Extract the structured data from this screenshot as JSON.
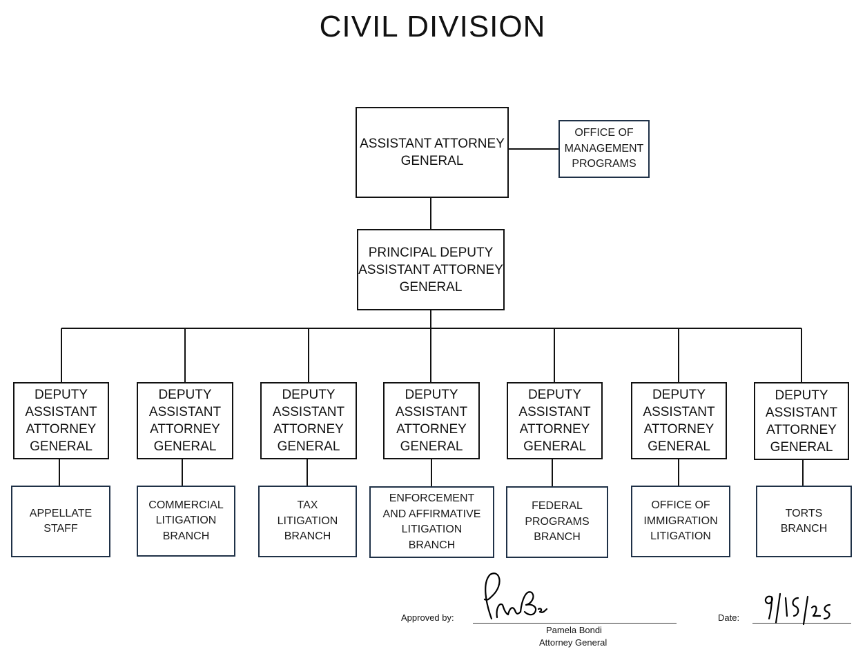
{
  "title": "CIVIL DIVISION",
  "top": {
    "aag": "ASSISTANT ATTORNEY\nGENERAL",
    "omp": "OFFICE OF\nMANAGEMENT\nPROGRAMS",
    "pdaag": "PRINCIPAL DEPUTY\nASSISTANT ATTORNEY\nGENERAL"
  },
  "deputies": [
    "DEPUTY\nASSISTANT\nATTORNEY\nGENERAL",
    "DEPUTY\nASSISTANT\nATTORNEY\nGENERAL",
    "DEPUTY\nASSISTANT\nATTORNEY\nGENERAL",
    "DEPUTY\nASSISTANT\nATTORNEY\nGENERAL",
    "DEPUTY\nASSISTANT\nATTORNEY\nGENERAL",
    "DEPUTY\nASSISTANT\nATTORNEY\nGENERAL",
    "DEPUTY\nASSISTANT\nATTORNEY\nGENERAL"
  ],
  "branches": [
    "APPELLATE\nSTAFF",
    "COMMERCIAL\nLITIGATION\nBRANCH",
    "TAX\nLITIGATION\nBRANCH",
    "ENFORCEMENT\nAND AFFIRMATIVE\nLITIGATION\nBRANCH",
    "FEDERAL\nPROGRAMS\nBRANCH",
    "OFFICE OF\nIMMIGRATION\nLITIGATION",
    "TORTS\nBRANCH"
  ],
  "approval": {
    "approved_by_label": "Approved by:",
    "name": "Pamela Bondi",
    "position": "Attorney General",
    "date_label": "Date:",
    "signature_text": "Pam Bondi",
    "date_text": "9/15/25"
  }
}
